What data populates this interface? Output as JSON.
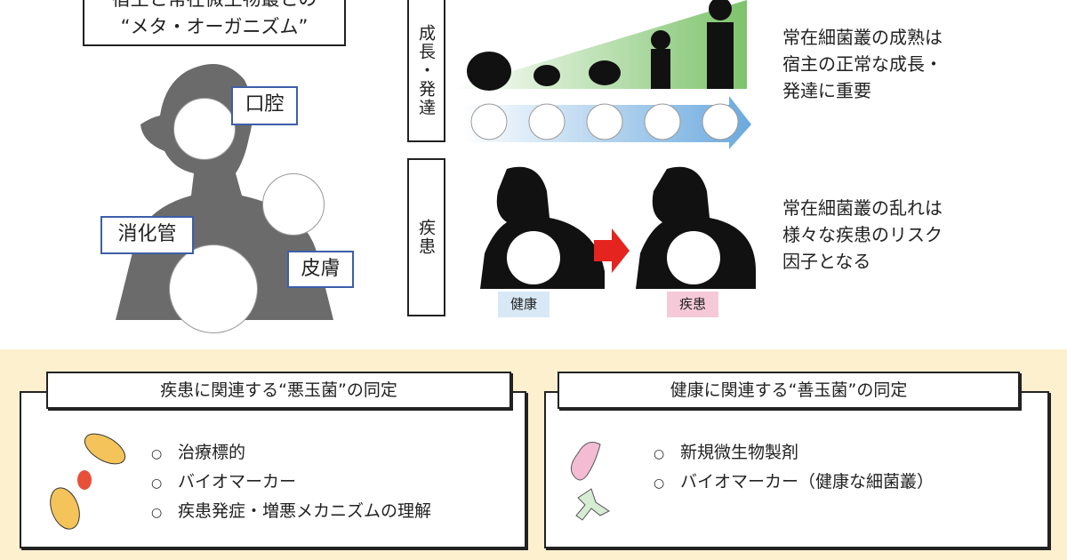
{
  "title": {
    "line1": "宿主と常在微生物叢との",
    "line2": "“メタ・オーガニズム”"
  },
  "body_labels": {
    "oral": "口腔",
    "gut": "消化管",
    "skin": "皮膚"
  },
  "growth": {
    "side_label": "成長・発達",
    "description": [
      "常在細菌叢の成熟は",
      "宿主の正常な成長・",
      "発達に重要"
    ]
  },
  "disease": {
    "side_label": "疾患",
    "healthy_tag": "健康",
    "disease_tag": "疾患",
    "description": [
      "常在細菌叢の乱れは",
      "様々な疾患のリスク",
      "因子となる"
    ]
  },
  "bad_bacteria": {
    "title": "疾患に関連する“悪玉菌”の同定",
    "items": [
      "治療標的",
      "バイオマーカー",
      "疾患発症・増悪メカニズムの理解"
    ]
  },
  "good_bacteria": {
    "title": "健康に関連する“善玉菌”の同定",
    "items": [
      "新規微生物製剤",
      "バイオマーカー（健康な細菌叢）"
    ]
  },
  "colors": {
    "silhouette": "#6b6b6b",
    "label_border": "#3d5fa8",
    "bottom_bg": "#fcf0cf",
    "growth_green": "#7dc36b",
    "arrow_blue": "#6aa9de",
    "arrow_red": "#e52420",
    "healthy_tag": "#d9e8f5",
    "disease_tag": "#f6c9d9"
  },
  "bullet": "○"
}
